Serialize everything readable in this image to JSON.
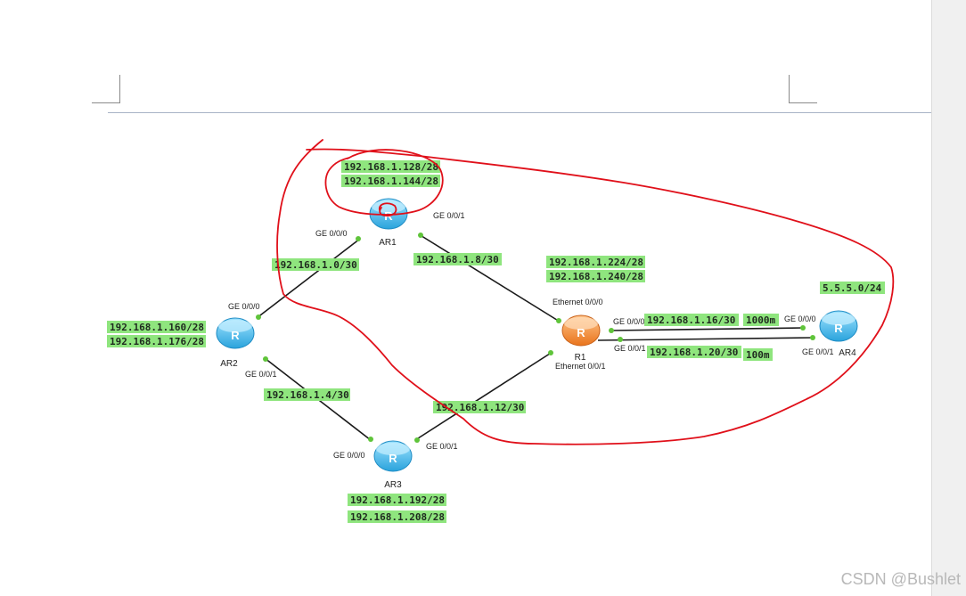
{
  "routers": {
    "ar1": {
      "name": "AR1",
      "color": "blue"
    },
    "ar2": {
      "name": "AR2",
      "color": "blue"
    },
    "ar3": {
      "name": "AR3",
      "color": "blue"
    },
    "ar4": {
      "name": "AR4",
      "color": "blue"
    },
    "r1": {
      "name": "R1",
      "color": "orange"
    }
  },
  "router_glyph": "R",
  "ports": {
    "ar1_ge000": "GE 0/0/0",
    "ar1_ge001": "GE 0/0/1",
    "ar2_ge000": "GE 0/0/0",
    "ar2_ge001": "GE 0/0/1",
    "ar3_ge000": "GE 0/0/0",
    "ar3_ge001": "GE 0/0/1",
    "r1_eth000": "Ethernet 0/0/0",
    "r1_eth001": "Ethernet 0/0/1",
    "r1_ge000": "GE 0/0/0",
    "r1_ge001": "GE 0/0/1",
    "ar4_ge000": "GE 0/0/0",
    "ar4_ge001": "GE 0/0/1"
  },
  "subnets": {
    "ar1_lan1": "192.168.1.128/28",
    "ar1_lan2": "192.168.1.144/28",
    "ar1_ar2": "192.168.1.0/30",
    "ar1_r1": "192.168.1.8/30",
    "ar2_lan1": "192.168.1.160/28",
    "ar2_lan2": "192.168.1.176/28",
    "ar2_ar3": "192.168.1.4/30",
    "ar3_r1": "192.168.1.12/30",
    "ar3_lan1": "192.168.1.192/28",
    "ar3_lan2": "192.168.1.208/28",
    "r1_lan1": "192.168.1.224/28",
    "r1_lan2": "192.168.1.240/28",
    "r1_ar4_a": "192.168.1.16/30",
    "r1_ar4_b": "192.168.1.20/30",
    "ar4_net": "5.5.5.0/24"
  },
  "speeds": {
    "link_a": "1000m",
    "link_b": "100m"
  },
  "colors": {
    "label_bg": "#8fe57e",
    "router_blue": "#3fb6ea",
    "router_orange": "#f28a2e",
    "annotation": "#e0101a"
  },
  "watermark": "CSDN @Bushlet"
}
